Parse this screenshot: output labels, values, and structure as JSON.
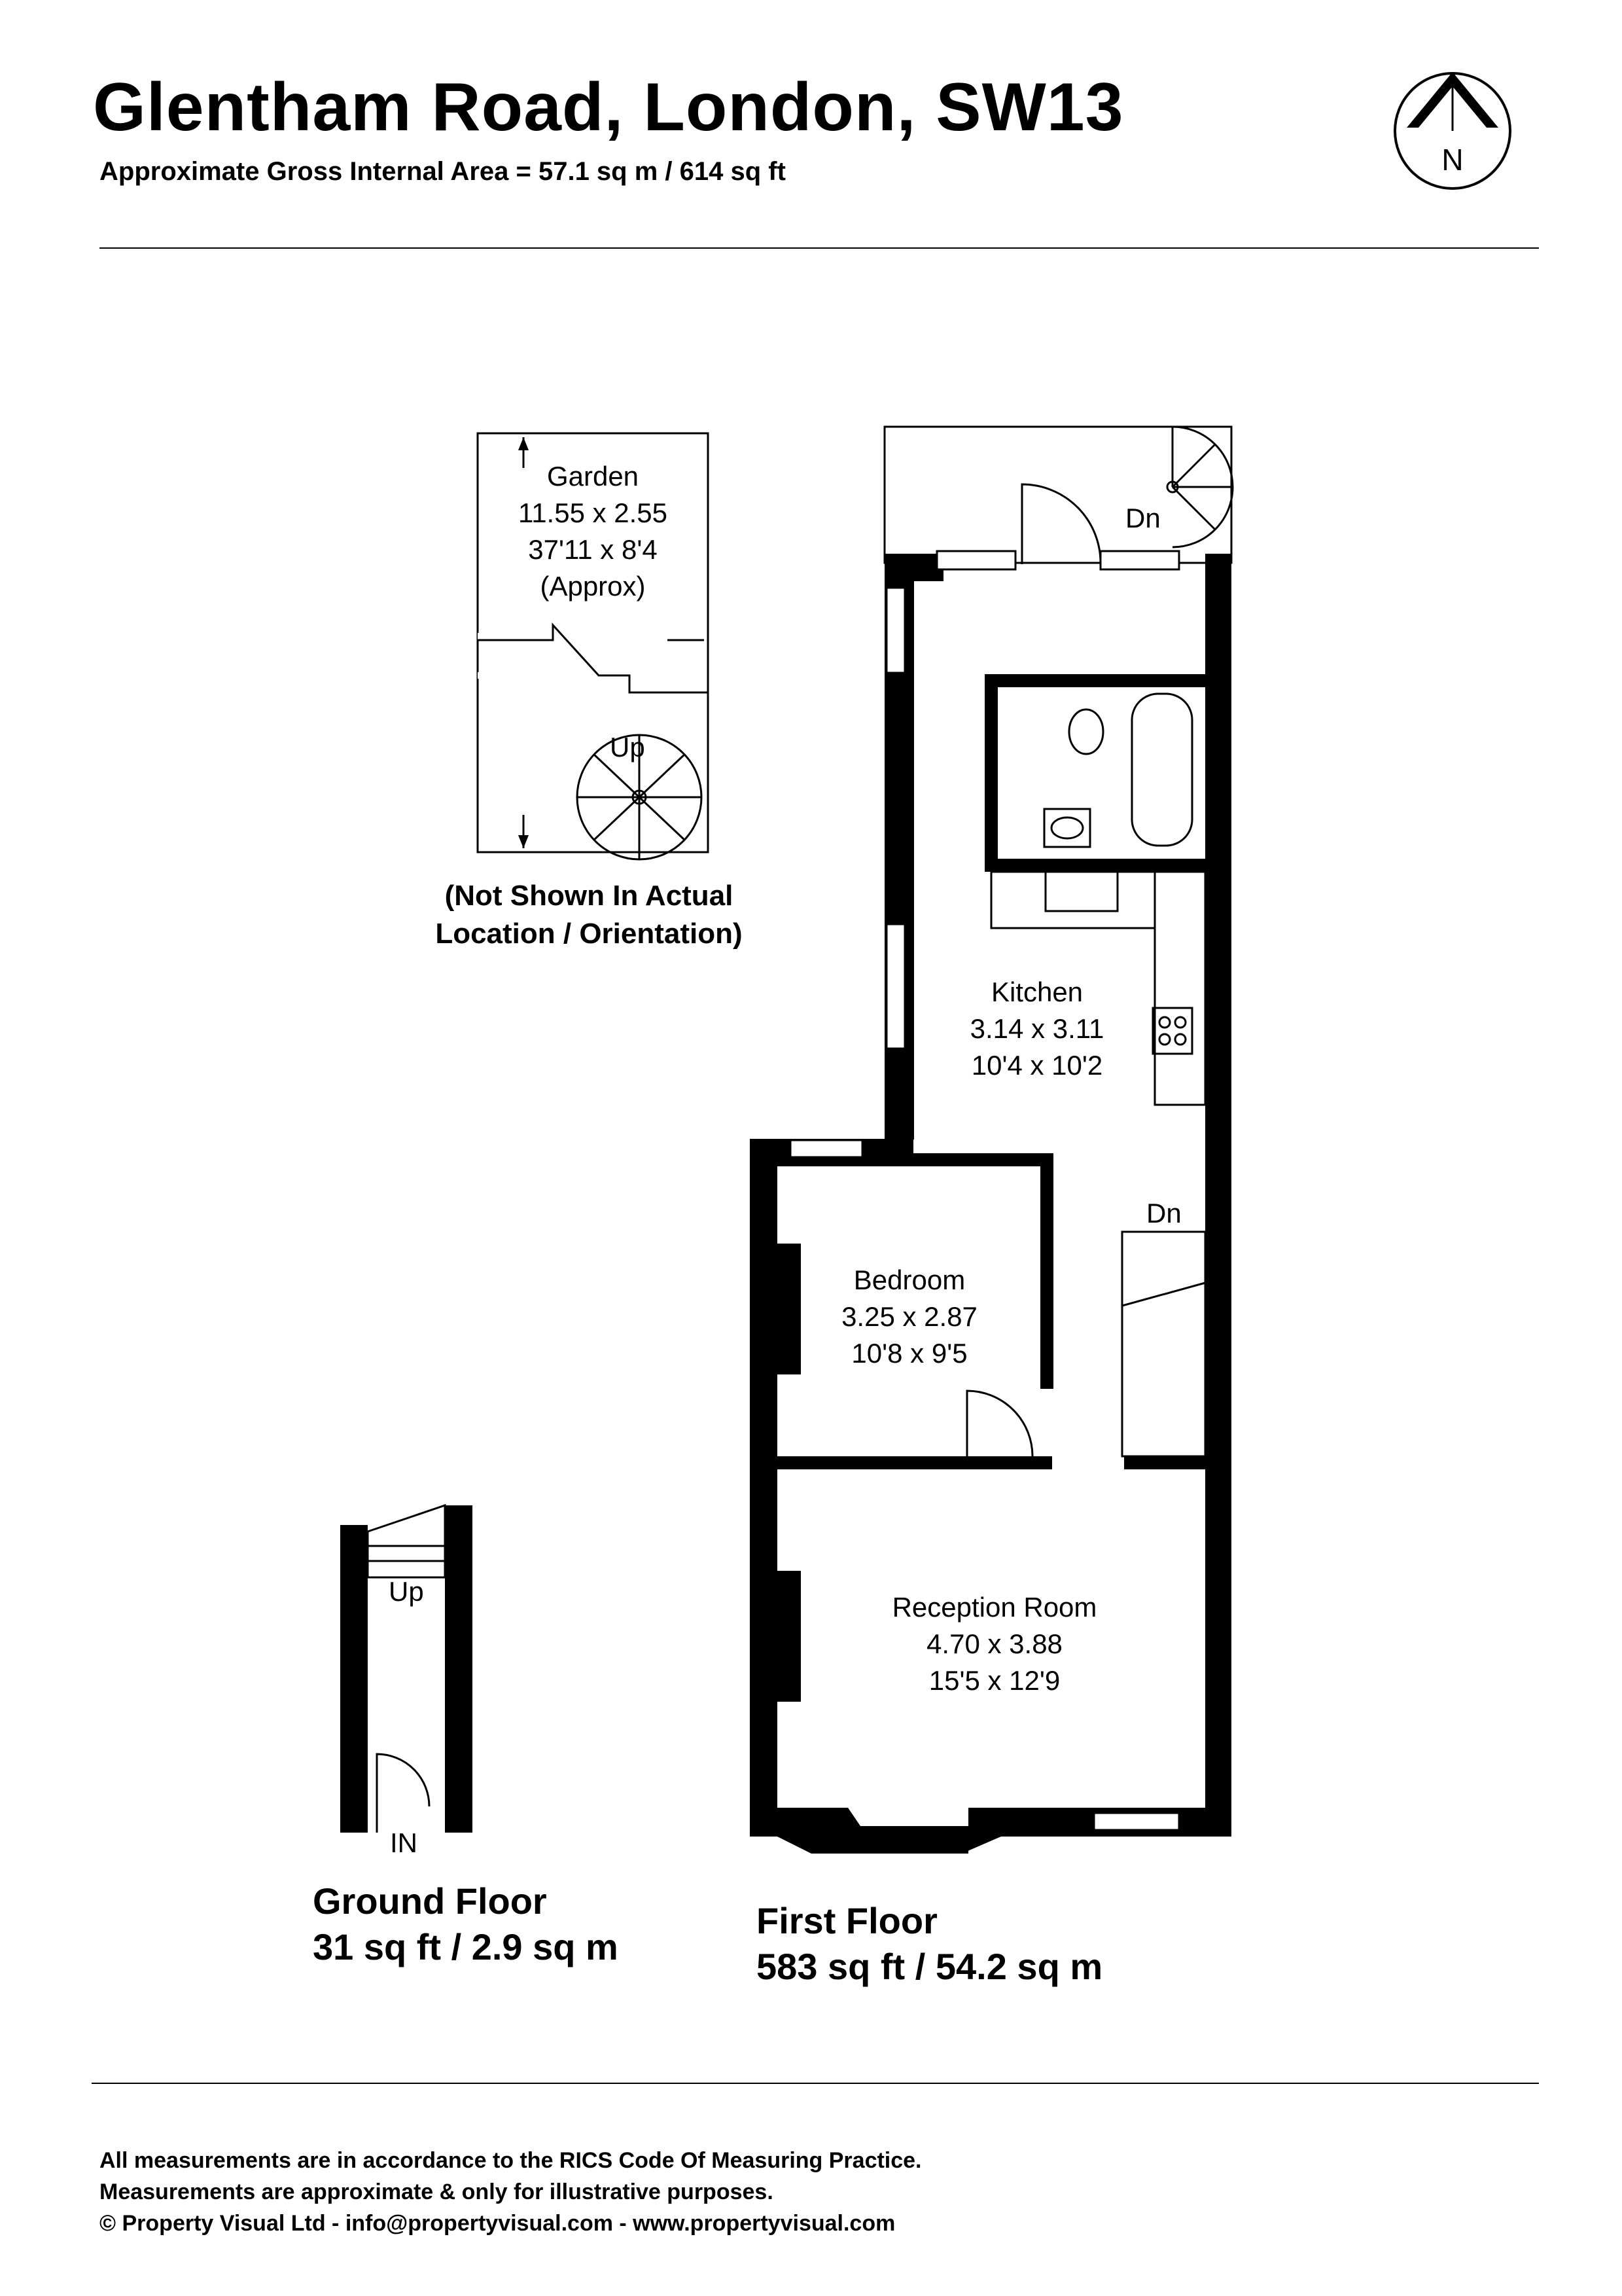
{
  "header": {
    "title": "Glentham Road, London, SW13",
    "area": "Approximate Gross Internal Area = 57.1 sq m / 614 sq ft",
    "compass_label": "N"
  },
  "rooms": {
    "garden": {
      "name": "Garden",
      "metric": "11.55 x 2.55",
      "imperial": "37'11 x 8'4",
      "note": "(Approx)"
    },
    "kitchen": {
      "name": "Kitchen",
      "metric": "3.14 x 3.11",
      "imperial": "10'4 x 10'2"
    },
    "bedroom": {
      "name": "Bedroom",
      "metric": "3.25 x 2.87",
      "imperial": "10'8 x 9'5"
    },
    "reception": {
      "name": "Reception Room",
      "metric": "4.70 x 3.88",
      "imperial": "15'5 x 12'9"
    }
  },
  "stair_labels": {
    "garden_up": "Up",
    "terrace_dn": "Dn",
    "first_floor_dn": "Dn",
    "ground_up": "Up",
    "entrance": "IN"
  },
  "garden_note": {
    "line1": "(Not Shown In Actual",
    "line2": "Location / Orientation)"
  },
  "floors": {
    "ground": {
      "name": "Ground Floor",
      "area": "31 sq ft / 2.9 sq m"
    },
    "first": {
      "name": "First Floor",
      "area": "583 sq ft / 54.2 sq m"
    }
  },
  "footer": {
    "line1": "All measurements are in accordance to the RICS Code Of Measuring Practice.",
    "line2": "Measurements are approximate & only for illustrative purposes.",
    "line3": "© Property Visual Ltd - info@propertyvisual.com - www.propertyvisual.com"
  }
}
